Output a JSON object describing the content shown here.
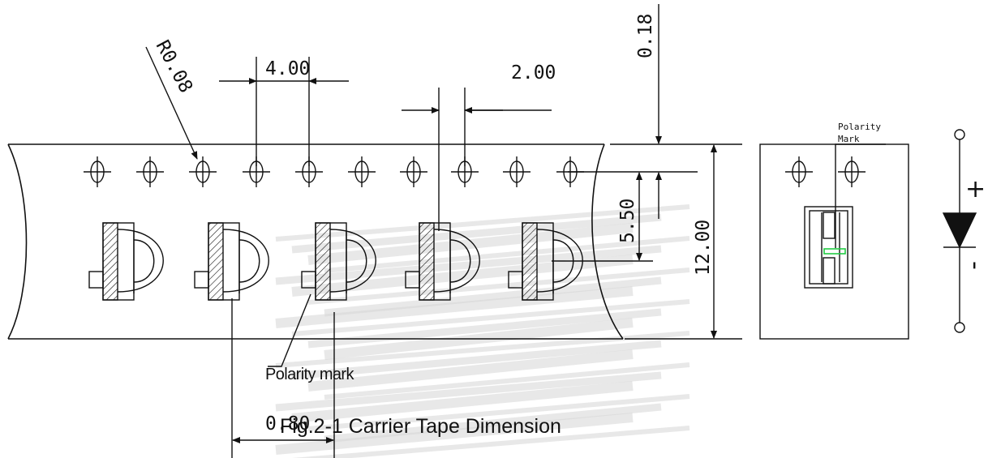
{
  "dimensions": {
    "radius": "R0.08",
    "pitch": "4.00",
    "hole_offset": "2.00",
    "tape_edge": "0.18",
    "center_distance": "5.50",
    "tape_width": "12.00",
    "bottom": "0.80"
  },
  "labels": {
    "polarity_mark_main": "Polarity mark",
    "polarity_mark_detail_line1": "Polarity",
    "polarity_mark_detail_line2": "Mark",
    "caption": "Fig.2-1 Carrier Tape Dimension",
    "plus": "+",
    "minus": "-"
  },
  "colors": {
    "line": "#111111",
    "polarity_highlight": "#22cc44",
    "watermark": "#d8d8d8"
  }
}
